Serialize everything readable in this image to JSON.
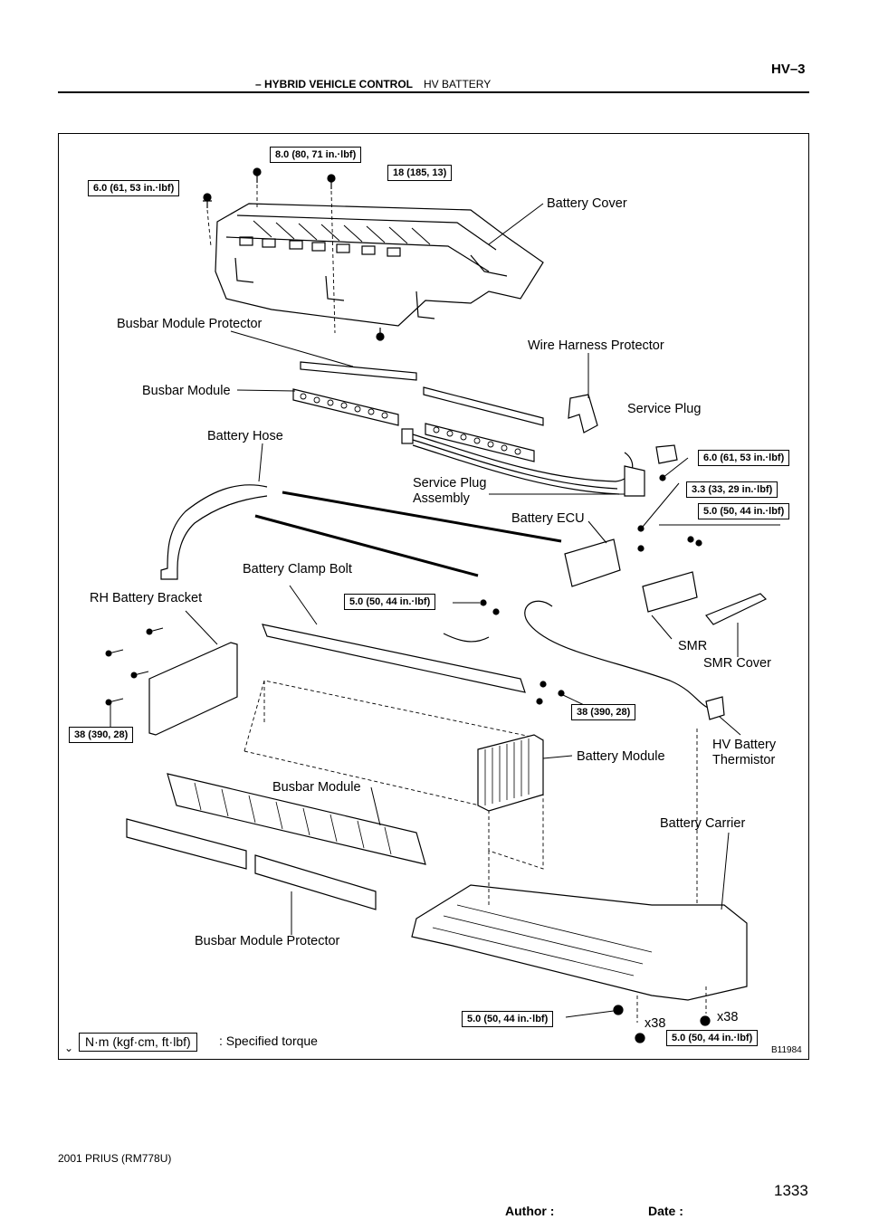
{
  "header": {
    "section": "– HYBRID VEHICLE CONTROL",
    "subsection": "HV BATTERY",
    "code": "HV–3"
  },
  "labels": {
    "battery_cover": "Battery Cover",
    "busbar_module_protector_top": "Busbar Module Protector",
    "wire_harness_protector": "Wire Harness Protector",
    "busbar_module_top": "Busbar Module",
    "service_plug": "Service Plug",
    "battery_hose": "Battery Hose",
    "service_plug_assembly_1": "Service Plug",
    "service_plug_assembly_2": "Assembly",
    "battery_ecu": "Battery ECU",
    "battery_clamp_bolt": "Battery Clamp Bolt",
    "rh_battery_bracket": "RH Battery Bracket",
    "smr": "SMR",
    "smr_cover": "SMR Cover",
    "hv_battery_thermistor_1": "HV Battery",
    "hv_battery_thermistor_2": "Thermistor",
    "battery_module": "Battery Module",
    "busbar_module_bottom": "Busbar Module",
    "battery_carrier": "Battery Carrier",
    "busbar_module_protector_bottom": "Busbar Module Protector",
    "x38_a": "x38",
    "x38_b": "x38"
  },
  "torques": {
    "t1": "8.0 (80, 71 in.·lbf)",
    "t2": "18 (185, 13)",
    "t3": "6.0 (61, 53 in.·lbf)",
    "t4": "6.0 (61, 53 in.·lbf)",
    "t5": "3.3 (33, 29 in.·lbf)",
    "t6": "5.0 (50, 44 in.·lbf)",
    "t7": "5.0 (50, 44 in.·lbf)",
    "t8": "38 (390, 28)",
    "t9": "38 (390, 28)",
    "t10": "5.0 (50, 44 in.·lbf)",
    "t11": "5.0 (50, 44 in.·lbf)"
  },
  "legend": {
    "unit": "N·m (kgf·cm, ft·lbf)",
    "text": ": Specified torque"
  },
  "figure_id": "B11984",
  "footer": {
    "model": "2001 PRIUS   (RM778U)",
    "author": "Author :",
    "date": "Date :",
    "page": "1333"
  }
}
